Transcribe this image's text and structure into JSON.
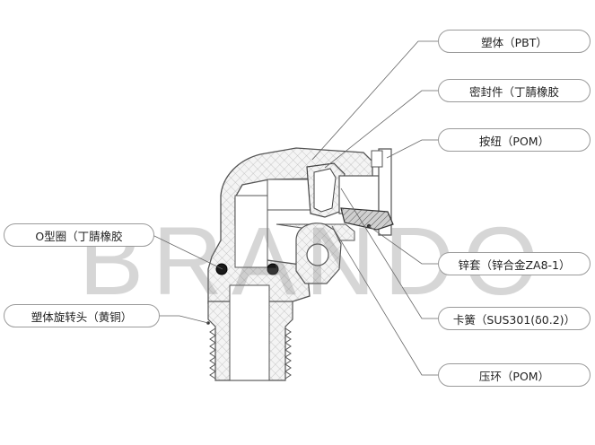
{
  "watermark": "BRANDO",
  "labels": {
    "body_pbt": "塑体（PBT）",
    "seal": "密封件（丁腈橡胶",
    "button": "按纽（POM）",
    "zinc_sleeve": "锌套（锌合金ZA8-1）",
    "spring": "卡簧（SUS301(δ0.2)）",
    "press_ring": "压环（POM）",
    "o_ring": "O型圈（丁腈橡胶",
    "swivel": "塑体旋转头（黄铜）"
  },
  "colors": {
    "line": "#555555",
    "hatch": "#888888",
    "label_border": "#9a9a9a",
    "watermark": "#b0b0b0"
  }
}
